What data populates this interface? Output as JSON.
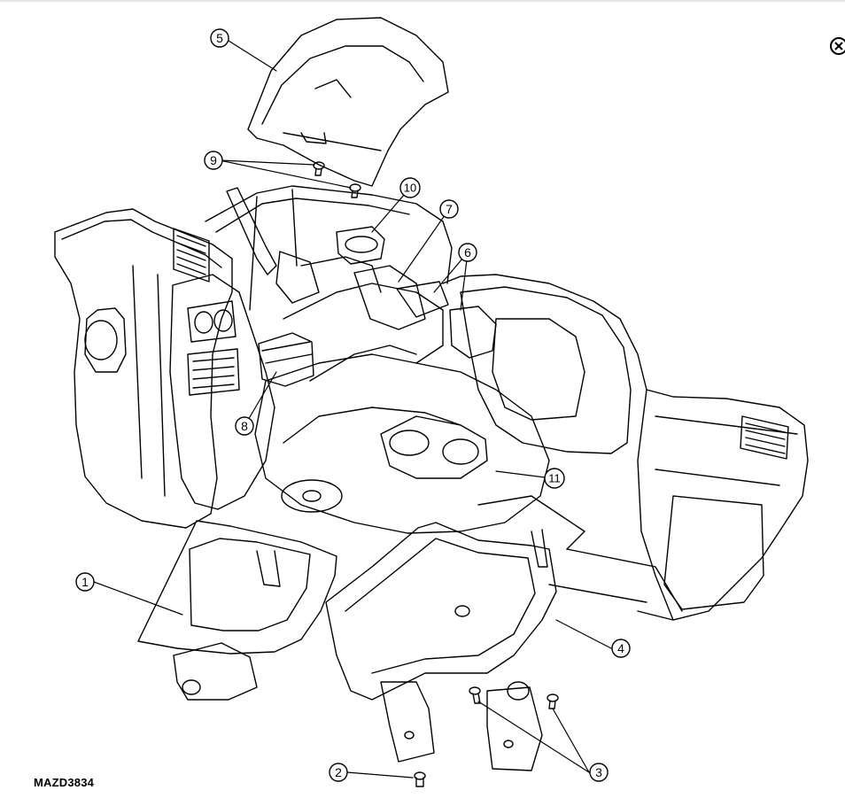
{
  "figure_code": "MAZD3834",
  "callouts": [
    {
      "label": "1"
    },
    {
      "label": "2"
    },
    {
      "label": "3"
    },
    {
      "label": "4"
    },
    {
      "label": "5"
    },
    {
      "label": "6"
    },
    {
      "label": "7"
    },
    {
      "label": "8"
    },
    {
      "label": "9"
    },
    {
      "label": "10"
    },
    {
      "label": "11"
    }
  ],
  "close_icon": "close-circle-icon"
}
